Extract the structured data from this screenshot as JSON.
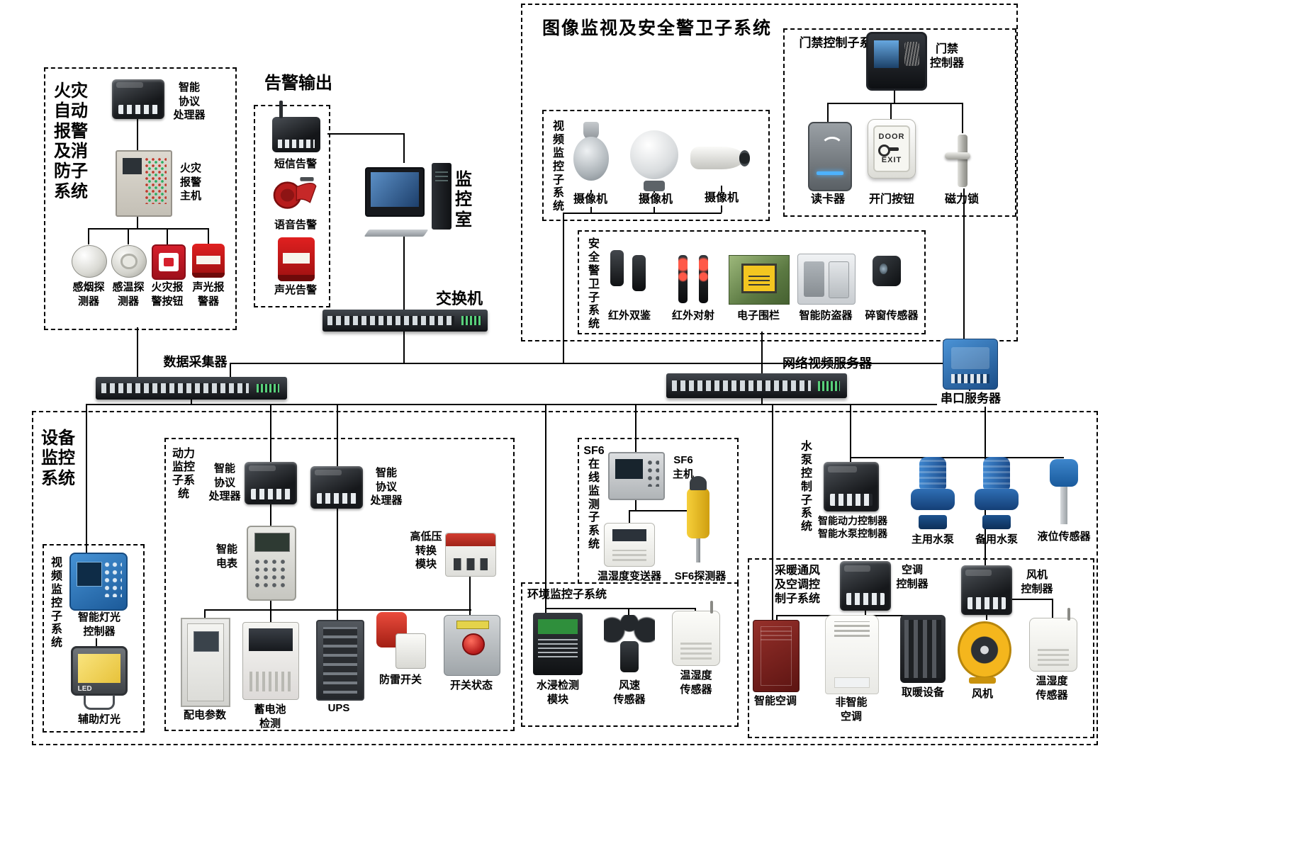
{
  "colors": {
    "line": "#000000",
    "background": "#ffffff",
    "accent_red": "#c62828",
    "accent_blue": "#2f74c0",
    "accent_yellow": "#f3c620"
  },
  "fire": {
    "title": "火灾\n自动\n报警\n及消\n防子\n系统",
    "protocol_label": "智能\n协议\n处理器",
    "host_label": "火灾\n报警\n主机",
    "sensors": [
      {
        "label": "感烟探\n测器"
      },
      {
        "label": "感温探\n测器"
      },
      {
        "label": "火灾报\n警按钮"
      },
      {
        "label": "声光报\n警器"
      }
    ]
  },
  "alarm_output": {
    "title": "告警输出",
    "items": [
      {
        "label": "短信告警"
      },
      {
        "label": "语音告警"
      },
      {
        "label": "声光告警"
      }
    ]
  },
  "monitor_room": {
    "label": "监\n控\n室"
  },
  "network": {
    "switch_label": "交换机",
    "collector_label": "数据采集器",
    "nvs_label": "网络视频服务器",
    "serial_label": "串口服务器"
  },
  "security": {
    "title": "图像监视及安全警卫子系统",
    "access": {
      "title": "门禁控制子系统",
      "controller_label": "门禁\n控制器",
      "door_text": "DOOR",
      "exit_text": "EXIT",
      "items": [
        {
          "label": "读卡器"
        },
        {
          "label": "开门按钮"
        },
        {
          "label": "磁力锁"
        }
      ]
    },
    "video": {
      "title": "视\n频\n监\n控\n子\n系\n统",
      "cameras": [
        {
          "label": "摄像机"
        },
        {
          "label": "摄像机"
        },
        {
          "label": "摄像机"
        }
      ]
    },
    "guard": {
      "title": "安\n全\n警\n卫\n子\n系\n统",
      "items": [
        {
          "label": "红外双鉴"
        },
        {
          "label": "红外对射"
        },
        {
          "label": "电子围栏"
        },
        {
          "label": "智能防盗器"
        },
        {
          "label": "碎窗传感器"
        }
      ]
    }
  },
  "equipment": {
    "title": "设备\n监控\n系统",
    "power": {
      "title": "动力\n监控\n子系\n统",
      "protocol1_label": "智能\n协议\n处理器",
      "protocol2_label": "智能\n协议\n处理器",
      "meter_label": "智能\n电表",
      "hv_label": "高低压\n转换\n模块",
      "items": [
        {
          "label": "配电参数"
        },
        {
          "label": "蓄电池\n检测"
        },
        {
          "label": "UPS"
        },
        {
          "label": "防雷开关"
        },
        {
          "label": "开关状态"
        }
      ]
    },
    "sf6": {
      "title": "SF6\n在\n线\n监\n测\n子\n系\n统",
      "host_label": "SF6\n主机",
      "items": [
        {
          "label": "温湿度变送器"
        },
        {
          "label": "SF6探测器"
        }
      ]
    },
    "env": {
      "title": "环境监控子系统",
      "items": [
        {
          "label": "水浸检测\n模块"
        },
        {
          "label": "风速\n传感器"
        },
        {
          "label": "温湿度\n传感器"
        }
      ]
    },
    "pump": {
      "title": "水\n泵\n控\n制\n子\n系\n统",
      "controller_label": "智能动力控制器\n智能水泵控制器",
      "items": [
        {
          "label": "主用水泵"
        },
        {
          "label": "备用水泵"
        },
        {
          "label": "液位传感器"
        }
      ]
    },
    "hvac": {
      "title": "采暖通风\n及空调控\n制子系统",
      "ac_controller_label": "空调\n控制器",
      "fan_controller_label": "风机\n控制器",
      "items": [
        {
          "label": "智能空调"
        },
        {
          "label": "非智能\n空调"
        },
        {
          "label": "取暖设备"
        },
        {
          "label": "风机"
        },
        {
          "label": "温湿度\n传感器"
        }
      ]
    },
    "video_sub": {
      "title": "视\n频\n监\n控\n子\n系\n统",
      "light_controller_label": "智能灯光\n控制器",
      "aux_light_label": "辅助灯光",
      "led_text": "LED"
    }
  }
}
